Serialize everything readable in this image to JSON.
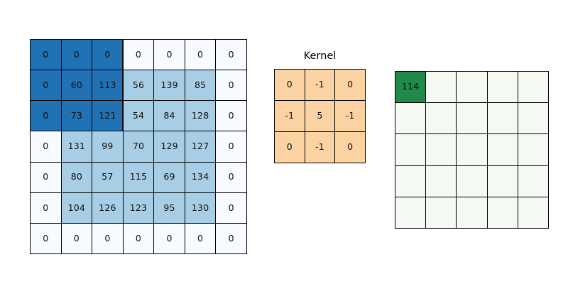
{
  "figure": {
    "background": "#ffffff",
    "type": "convolution-illustration"
  },
  "chart_data": {
    "type": "heatmap",
    "title": "",
    "grid_on": true,
    "legend": "none",
    "panels": [
      {
        "name": "input",
        "label": "",
        "rows": 7,
        "cols": 7,
        "values": [
          [
            0,
            0,
            0,
            0,
            0,
            0,
            0
          ],
          [
            0,
            60,
            113,
            56,
            139,
            85,
            0
          ],
          [
            0,
            73,
            121,
            54,
            84,
            128,
            0
          ],
          [
            0,
            131,
            99,
            70,
            129,
            127,
            0
          ],
          [
            0,
            80,
            57,
            115,
            69,
            134,
            0
          ],
          [
            0,
            104,
            126,
            123,
            95,
            130,
            0
          ],
          [
            0,
            0,
            0,
            0,
            0,
            0,
            0
          ]
        ],
        "highlight_region": {
          "row_start": 0,
          "col_start": 0,
          "rows": 3,
          "cols": 3
        },
        "colors": {
          "zero": "#f7fbff",
          "value": "#a7cee4",
          "highlight": "#2171b5",
          "border": "#000000"
        }
      },
      {
        "name": "kernel",
        "label": "Kernel",
        "rows": 3,
        "cols": 3,
        "values": [
          [
            0,
            -1,
            0
          ],
          [
            -1,
            5,
            -1
          ],
          [
            0,
            -1,
            0
          ]
        ],
        "colors": {
          "fill": "#fbd3a2",
          "border": "#000000"
        }
      },
      {
        "name": "output",
        "label": "",
        "rows": 5,
        "cols": 5,
        "values": [
          [
            "114",
            "",
            "",
            "",
            ""
          ],
          [
            "",
            "",
            "",
            "",
            ""
          ],
          [
            "",
            "",
            "",
            "",
            ""
          ],
          [
            "",
            "",
            "",
            "",
            ""
          ],
          [
            "",
            "",
            "",
            "",
            ""
          ]
        ],
        "filled_cells": [
          {
            "row": 0,
            "col": 0,
            "value": "114"
          }
        ],
        "colors": {
          "empty": "#f4faf2",
          "filled": "#1f8a4c",
          "border": "#000000"
        }
      }
    ]
  }
}
